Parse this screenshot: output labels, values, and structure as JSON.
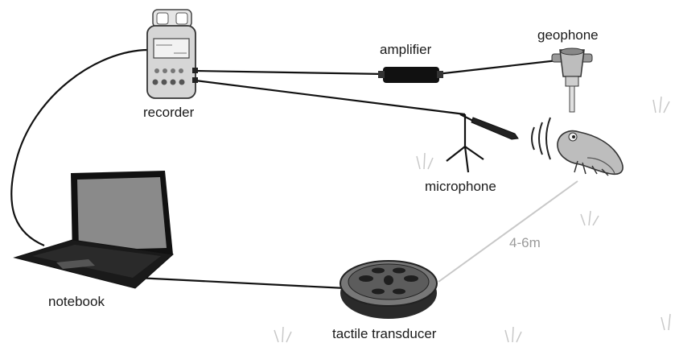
{
  "labels": {
    "recorder": "recorder",
    "amplifier": "amplifier",
    "geophone": "geophone",
    "microphone": "microphone",
    "notebook": "notebook",
    "tactile_transducer": "tactile transducer",
    "distance": "4-6m"
  },
  "icons": [
    "recorder-icon",
    "amplifier-icon",
    "geophone-icon",
    "microphone-icon",
    "laptop-icon",
    "tactile-transducer-icon",
    "frog-icon",
    "sound-waves-icon",
    "grass-icon"
  ],
  "colors": {
    "line": "#111111",
    "distance_line": "#c8c8c8",
    "device_fill": "#d9d9d9"
  }
}
